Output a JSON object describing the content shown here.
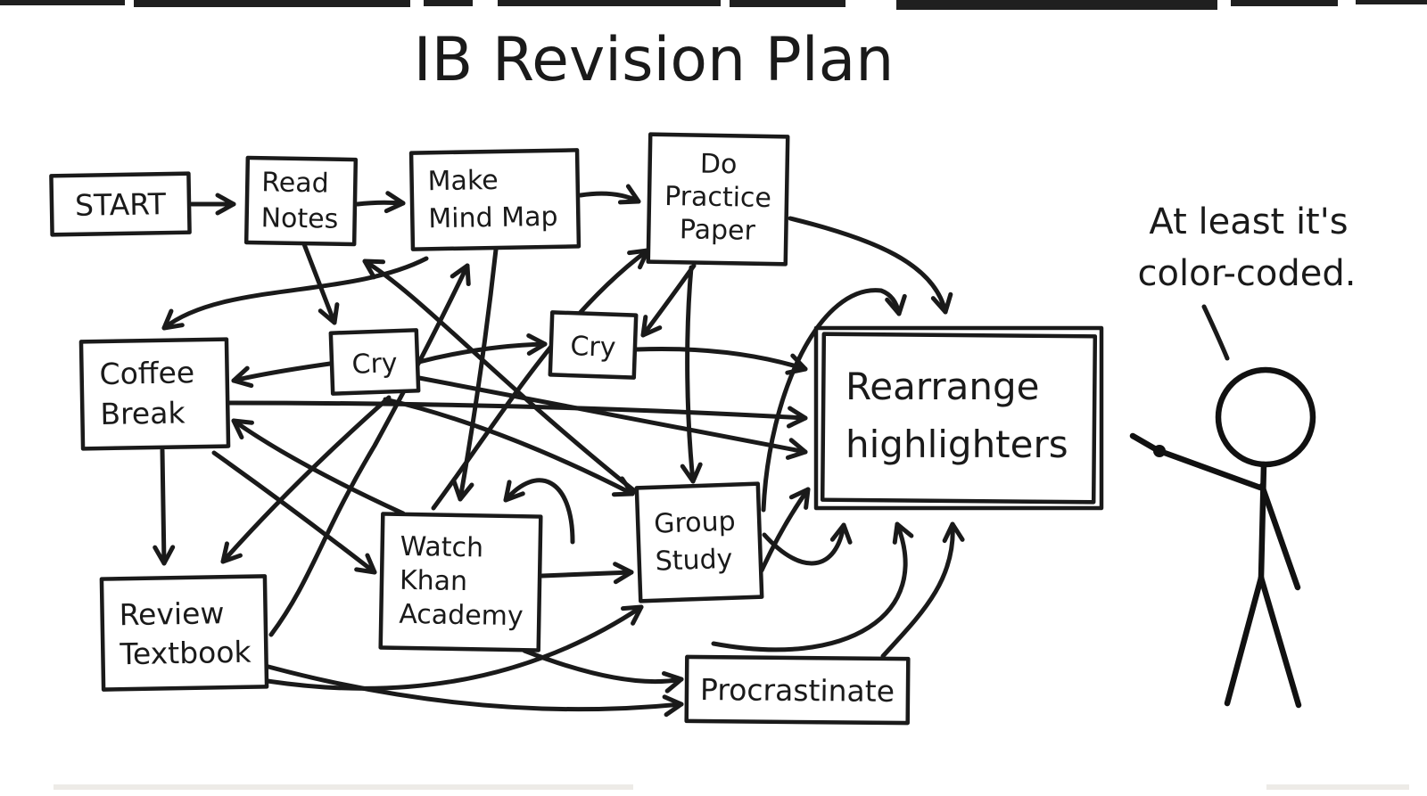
{
  "title": "IB Revision Plan",
  "caption": {
    "line1": "At least it's",
    "line2": "color-coded."
  },
  "nodes": {
    "start": {
      "label": "START"
    },
    "read_notes": {
      "line1": "Read",
      "line2": "Notes"
    },
    "make_mind_map": {
      "line1": "Make",
      "line2": "Mind Map"
    },
    "do_practice_paper": {
      "line1": "Do",
      "line2": "Practice",
      "line3": "Paper"
    },
    "cry_1": {
      "label": "Cry"
    },
    "cry_2": {
      "label": "Cry"
    },
    "coffee_break": {
      "line1": "Coffee",
      "line2": "Break"
    },
    "rearrange_highlighters": {
      "line1": "Rearrange",
      "line2": "highlighters"
    },
    "watch_khan_academy": {
      "line1": "Watch",
      "line2": "Khan",
      "line3": "Academy"
    },
    "group_study": {
      "line1": "Group",
      "line2": "Study"
    },
    "review_textbook": {
      "line1": "Review",
      "line2": "Textbook"
    },
    "procrastinate": {
      "label": "Procrastinate"
    }
  },
  "edges": [
    {
      "from": "start",
      "to": "read_notes"
    },
    {
      "from": "read_notes",
      "to": "make_mind_map"
    },
    {
      "from": "make_mind_map",
      "to": "do_practice_paper"
    },
    {
      "from": "do_practice_paper",
      "to": "rearrange_highlighters"
    },
    {
      "from": "group_study",
      "to": "rearrange_highlighters"
    },
    {
      "from": "cry_2",
      "to": "rearrange_highlighters"
    },
    {
      "from": "coffee_break",
      "to": "rearrange_highlighters"
    },
    {
      "from": "cry_1",
      "to": "rearrange_highlighters"
    },
    {
      "from": "procrastinate",
      "to": "rearrange_highlighters"
    },
    {
      "from": "read_notes",
      "to": "cry_1"
    },
    {
      "from": "group_study",
      "to": "read_notes"
    },
    {
      "from": "make_mind_map",
      "to": "watch_khan_academy"
    },
    {
      "from": "review_textbook",
      "to": "make_mind_map"
    },
    {
      "from": "make_mind_map",
      "to": "coffee_break"
    },
    {
      "from": "cry_1",
      "to": "coffee_break"
    },
    {
      "from": "watch_khan_academy",
      "to": "coffee_break"
    },
    {
      "from": "coffee_break",
      "to": "review_textbook"
    },
    {
      "from": "cry_1",
      "to": "review_textbook"
    },
    {
      "from": "coffee_break",
      "to": "watch_khan_academy"
    },
    {
      "from": "review_textbook",
      "to": "procrastinate"
    },
    {
      "from": "watch_khan_academy",
      "to": "procrastinate"
    },
    {
      "from": "watch_khan_academy",
      "to": "group_study"
    },
    {
      "from": "review_textbook",
      "to": "group_study"
    },
    {
      "from": "cry_1",
      "to": "cry_2"
    },
    {
      "from": "do_practice_paper",
      "to": "cry_2"
    },
    {
      "from": "watch_khan_academy",
      "to": "do_practice_paper"
    },
    {
      "from": "group_study",
      "to": "watch_khan_academy"
    },
    {
      "from": "cry_1",
      "to": "group_study"
    },
    {
      "from": "do_practice_paper",
      "to": "group_study"
    }
  ],
  "colors": {
    "ink": "#1a1a1a",
    "background": "#ffffff"
  }
}
